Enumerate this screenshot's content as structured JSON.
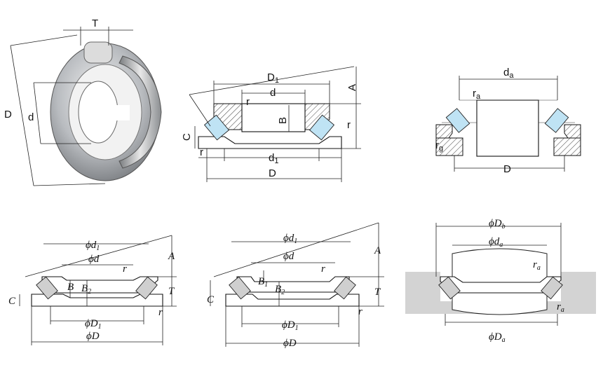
{
  "photo": {
    "labels": {
      "T": "T",
      "D": "D",
      "d": "d"
    }
  },
  "diagram_a": {
    "labels": {
      "D1": "D",
      "D1_sub": "1",
      "d": "d",
      "r_top": "r",
      "A": "A",
      "B": "B",
      "r_side": "r",
      "C": "C",
      "r_bottom": "r",
      "d1": "d",
      "d1_sub": "1",
      "D": "D"
    }
  },
  "diagram_b": {
    "labels": {
      "da": "d",
      "da_sub": "a",
      "ra": "r",
      "ra_sub": "a",
      "rg": "r",
      "rg_sub": "g",
      "D": "D"
    }
  },
  "diagram_c": {
    "labels": {
      "phi_d1": "ϕd",
      "phi_d1_sub": "1",
      "phi_d": "ϕd",
      "r_top": "r",
      "A": "A",
      "B": "B",
      "B2": "B",
      "B2_sub": "2",
      "T": "T",
      "C": "C",
      "r_bottom": "r",
      "phi_D1": "ϕD",
      "phi_D1_sub": "1",
      "phi_D": "ϕD"
    }
  },
  "diagram_d": {
    "labels": {
      "phi_d1": "ϕd",
      "phi_d1_sub": "1",
      "phi_d": "ϕd",
      "r_top": "r",
      "A": "A",
      "B1": "B",
      "B1_sub": "1",
      "B2": "B",
      "B2_sub": "2",
      "T": "T",
      "C": "C",
      "r_bottom": "r",
      "phi_D1": "ϕD",
      "phi_D1_sub": "1",
      "phi_D": "ϕD"
    }
  },
  "diagram_e": {
    "labels": {
      "phi_Db": "ϕD",
      "phi_Db_sub": "b",
      "phi_da": "ϕd",
      "phi_da_sub": "a",
      "ra_top": "r",
      "ra_top_sub": "a",
      "ra_bottom": "r",
      "ra_bottom_sub": "a",
      "phi_Da": "ϕD",
      "phi_Da_sub": "a"
    }
  },
  "colors": {
    "roller": "#bfe3f4",
    "housing": "#d3d3d3"
  }
}
